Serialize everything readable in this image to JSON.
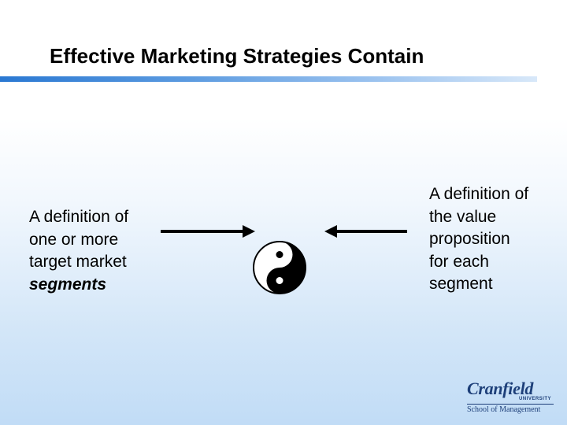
{
  "slide": {
    "title": "Effective Marketing Strategies Contain"
  },
  "left_text": {
    "lines": [
      "A definition of",
      "one or more",
      "target market"
    ],
    "emphasis": "segments"
  },
  "right_text": {
    "lines": [
      "A definition of",
      "the value",
      "proposition",
      "for each",
      "segment"
    ]
  },
  "icons": {
    "left_arrow": "arrow-right-icon",
    "right_arrow": "arrow-left-icon",
    "center": "yin-yang-icon"
  },
  "logo": {
    "name": "Cranfield",
    "subname": "UNIVERSITY",
    "school": "School of Management"
  },
  "colors": {
    "title_rule": "#2a78d2",
    "logo": "#1d3f79",
    "background_bottom": "#c1dcf6"
  }
}
